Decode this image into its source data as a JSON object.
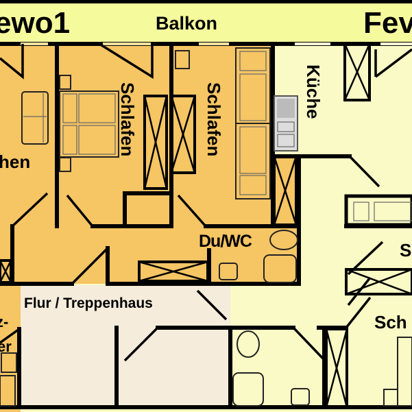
{
  "colors": {
    "balcony": "#f5fa9c",
    "apartment1": "#f6c564",
    "apartment2": "#fafac6",
    "hallway": "#f5ecdc",
    "wall": "#000000"
  },
  "header": {
    "left_title": "ewo1",
    "balcony_label": "Balkon",
    "right_title": "Fev"
  },
  "rooms": {
    "living": "hen",
    "bedroom_a": "Schlafen",
    "bedroom_b": "Schlafen",
    "kitchen": "Küche",
    "bathroom": "Du/WC",
    "hallway": "Flur / Treppenhaus",
    "right_room_partial": "S",
    "right_bedroom_partial": "Sch",
    "left_partial_top": "z-",
    "left_partial_bottom": "er"
  }
}
